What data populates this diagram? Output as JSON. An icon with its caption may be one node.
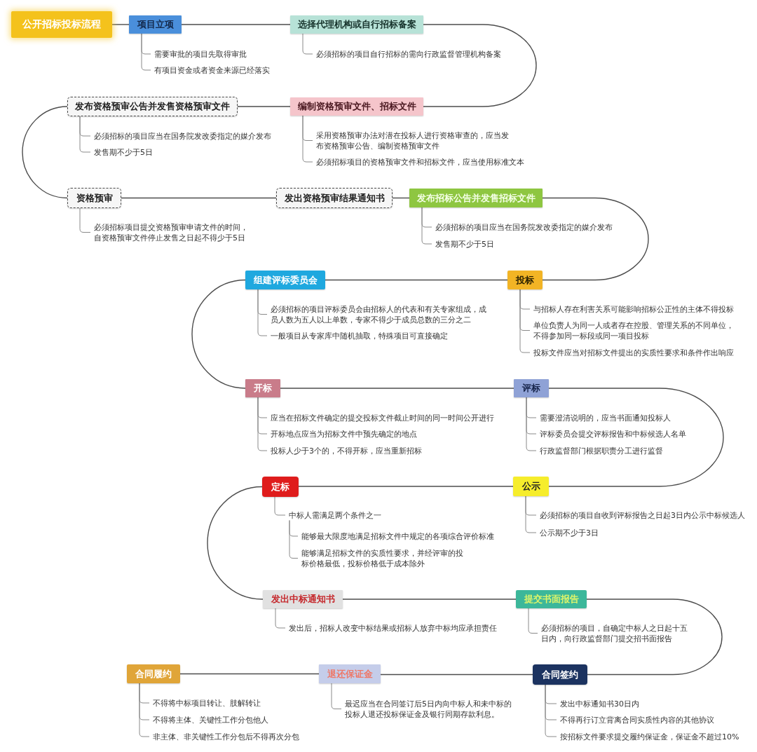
{
  "diagram": {
    "nodes": [
      {
        "text": [
          "公开招标投标流程"
        ]
      },
      {
        "text": [
          "项目立项"
        ]
      },
      {
        "text": [
          "需要审批的项目先取得审批"
        ]
      },
      {
        "text": [
          "有项目资金或者资金来源已经落实"
        ]
      },
      {
        "text": [
          "选择代理机构或自行招标备案"
        ]
      },
      {
        "text": [
          "必须招标的项目自行招标的需向行政监督管理机构备案"
        ]
      },
      {
        "text": [
          "编制资格预审文件、招标文件"
        ]
      },
      {
        "text": [
          "采用资格预审办法对潜在投标人进行资格审查的，应当发布资格预审公告、编制资格预审文件"
        ]
      },
      {
        "text": [
          "必须招标项目的资格预审文件和招标文件，应当使用标准文本"
        ]
      },
      {
        "text": [
          "发布资格预审公告并发售资格预审文件"
        ]
      },
      {
        "text": [
          "必须招标的项目应当在国务院发改委指定的媒介发布"
        ]
      },
      {
        "text": [
          "发售期不少于5日"
        ]
      },
      {
        "text": [
          "资格预审"
        ]
      },
      {
        "text": [
          "必须招标项目提交资格预审申请文件的时间，自资格预审文件停止发售之日起不得少于5日"
        ]
      },
      {
        "text": [
          "发出资格预审结果通知书"
        ]
      },
      {
        "text": [
          "发布招标公告并发售招标文件"
        ]
      },
      {
        "text": [
          "必须招标的项目应当在国务院发改委指定的媒介发布"
        ]
      },
      {
        "text": [
          "发售期不少于5日"
        ]
      },
      {
        "text": [
          "投标"
        ]
      },
      {
        "text": [
          "与招标人存在利害关系可能影响招标公正性的主体不得投标"
        ]
      },
      {
        "text": [
          "单位负责人为同一人或者存在控股、管理关系的不同单位，不得参加同一标段或同一项目投标"
        ]
      },
      {
        "text": [
          "投标文件应当对招标文件提出的实质性要求和条件作出响应"
        ]
      },
      {
        "text": [
          "组建评标委员会"
        ]
      },
      {
        "text": [
          "必须招标的项目评标委员会由招标人的代表和有关专家组成，成员人数为五人以上单数，专家不得少于成员总数的三分之二"
        ]
      },
      {
        "text": [
          "一般项目从专家库中随机抽取，特殊项目可直接确定"
        ]
      },
      {
        "text": [
          "开标"
        ]
      },
      {
        "text": [
          "应当在招标文件确定的提交投标文件截止时间的同一时间公开进行"
        ]
      },
      {
        "text": [
          "开标地点应当为招标文件中预先确定的地点"
        ]
      },
      {
        "text": [
          "投标人少于3个的，不得开标，应当重新招标"
        ]
      },
      {
        "text": [
          "评标"
        ]
      },
      {
        "text": [
          "需要澄清说明的，应当书面通知投标人"
        ]
      },
      {
        "text": [
          "评标委员会提交评标报告和中标候选人名单"
        ]
      },
      {
        "text": [
          "行政监督部门根据职责分工进行监督"
        ]
      },
      {
        "text": [
          "公示"
        ]
      },
      {
        "text": [
          "必须招标的项目自收到评标报告之日起3日内公示中标候选人"
        ]
      },
      {
        "text": [
          "公示期不少于3日"
        ]
      },
      {
        "text": [
          "定标"
        ]
      },
      {
        "text": [
          "中标人需满足两个条件之一"
        ]
      },
      {
        "text": [
          "能够最大限度地满足招标文件中规定的各项综合评价标准"
        ]
      },
      {
        "text": [
          "能够满足招标文件的实质性要求，并经评审的投标价格最低，投标价格低于成本除外"
        ]
      },
      {
        "text": [
          "发出中标通知书"
        ]
      },
      {
        "text": [
          "发出后，招标人改变中标结果或招标人放弃中标均应承担责任"
        ]
      },
      {
        "text": [
          "提交书面报告"
        ]
      },
      {
        "text": [
          "必须招标的项目，自确定中标人之日起十五日内，向行政监督部门提交招书面报告"
        ]
      },
      {
        "text": [
          "合同签约"
        ]
      },
      {
        "text": [
          "发出中标通知书30日内"
        ]
      },
      {
        "text": [
          "不得再行订立背离合同实质性内容的其他协议"
        ]
      },
      {
        "text": [
          "按招标文件要求提交履约保证金，保证金不超过10%"
        ]
      },
      {
        "text": [
          "退还保证金"
        ]
      },
      {
        "text": [
          "最迟应当在合同签订后5日内向中标人和未中标的投标人退还投标保证金及银行同期存款利息。"
        ]
      },
      {
        "text": [
          "合同履约"
        ]
      },
      {
        "text": [
          "不得将中标项目转让、肢解转让"
        ]
      },
      {
        "text": [
          "不得将主体、关键性工作分包他人"
        ]
      },
      {
        "text": [
          "非主体、非关键性工作分包后不得再次分包"
        ]
      }
    ],
    "edges": [
      {
        "from": 0,
        "to": 1,
        "arrow": "none"
      },
      {
        "from": 1,
        "to": 4,
        "arrow": "none"
      },
      {
        "from": 4,
        "to": 6,
        "arrow": "none"
      },
      {
        "from": 6,
        "to": 9,
        "arrow": "none"
      },
      {
        "from": 9,
        "to": 12,
        "arrow": "none"
      },
      {
        "from": 12,
        "to": 14,
        "arrow": "none"
      },
      {
        "from": 14,
        "to": 15,
        "arrow": "none"
      },
      {
        "from": 15,
        "to": 18,
        "arrow": "none"
      },
      {
        "from": 18,
        "to": 22,
        "arrow": "none"
      },
      {
        "from": 22,
        "to": 25,
        "arrow": "none"
      },
      {
        "from": 25,
        "to": 29,
        "arrow": "none"
      },
      {
        "from": 29,
        "to": 33,
        "arrow": "none"
      },
      {
        "from": 33,
        "to": 36,
        "arrow": "none"
      },
      {
        "from": 36,
        "to": 40,
        "arrow": "none"
      },
      {
        "from": 40,
        "to": 42,
        "arrow": "none"
      },
      {
        "from": 42,
        "to": 44,
        "arrow": "none"
      },
      {
        "from": 44,
        "to": 48,
        "arrow": "none"
      },
      {
        "from": 48,
        "to": 50,
        "arrow": "none"
      },
      {
        "from": 1,
        "to": 2,
        "arrow": "none"
      },
      {
        "from": 1,
        "to": 3,
        "arrow": "none"
      },
      {
        "from": 4,
        "to": 5,
        "arrow": "none"
      },
      {
        "from": 6,
        "to": 7,
        "arrow": "none"
      },
      {
        "from": 6,
        "to": 8,
        "arrow": "none"
      },
      {
        "from": 9,
        "to": 10,
        "arrow": "none"
      },
      {
        "from": 9,
        "to": 11,
        "arrow": "none"
      },
      {
        "from": 12,
        "to": 13,
        "arrow": "none"
      },
      {
        "from": 15,
        "to": 16,
        "arrow": "none"
      },
      {
        "from": 15,
        "to": 17,
        "arrow": "none"
      },
      {
        "from": 18,
        "to": 19,
        "arrow": "none"
      },
      {
        "from": 18,
        "to": 20,
        "arrow": "none"
      },
      {
        "from": 18,
        "to": 21,
        "arrow": "none"
      },
      {
        "from": 22,
        "to": 23,
        "arrow": "none"
      },
      {
        "from": 22,
        "to": 24,
        "arrow": "none"
      },
      {
        "from": 25,
        "to": 26,
        "arrow": "none"
      },
      {
        "from": 25,
        "to": 27,
        "arrow": "none"
      },
      {
        "from": 25,
        "to": 28,
        "arrow": "none"
      },
      {
        "from": 29,
        "to": 30,
        "arrow": "none"
      },
      {
        "from": 29,
        "to": 31,
        "arrow": "none"
      },
      {
        "from": 29,
        "to": 32,
        "arrow": "none"
      },
      {
        "from": 33,
        "to": 34,
        "arrow": "none"
      },
      {
        "from": 33,
        "to": 35,
        "arrow": "none"
      },
      {
        "from": 36,
        "to": 37,
        "arrow": "none"
      },
      {
        "from": 37,
        "to": 38,
        "arrow": "none"
      },
      {
        "from": 37,
        "to": 39,
        "arrow": "none"
      },
      {
        "from": 40,
        "to": 41,
        "arrow": "none"
      },
      {
        "from": 42,
        "to": 43,
        "arrow": "none"
      },
      {
        "from": 44,
        "to": 45,
        "arrow": "none"
      },
      {
        "from": 44,
        "to": 46,
        "arrow": "none"
      },
      {
        "from": 44,
        "to": 47,
        "arrow": "none"
      },
      {
        "from": 48,
        "to": 49,
        "arrow": "none"
      },
      {
        "from": 50,
        "to": 51,
        "arrow": "none"
      },
      {
        "from": 50,
        "to": 52,
        "arrow": "none"
      },
      {
        "from": 50,
        "to": 53,
        "arrow": "none"
      }
    ]
  }
}
